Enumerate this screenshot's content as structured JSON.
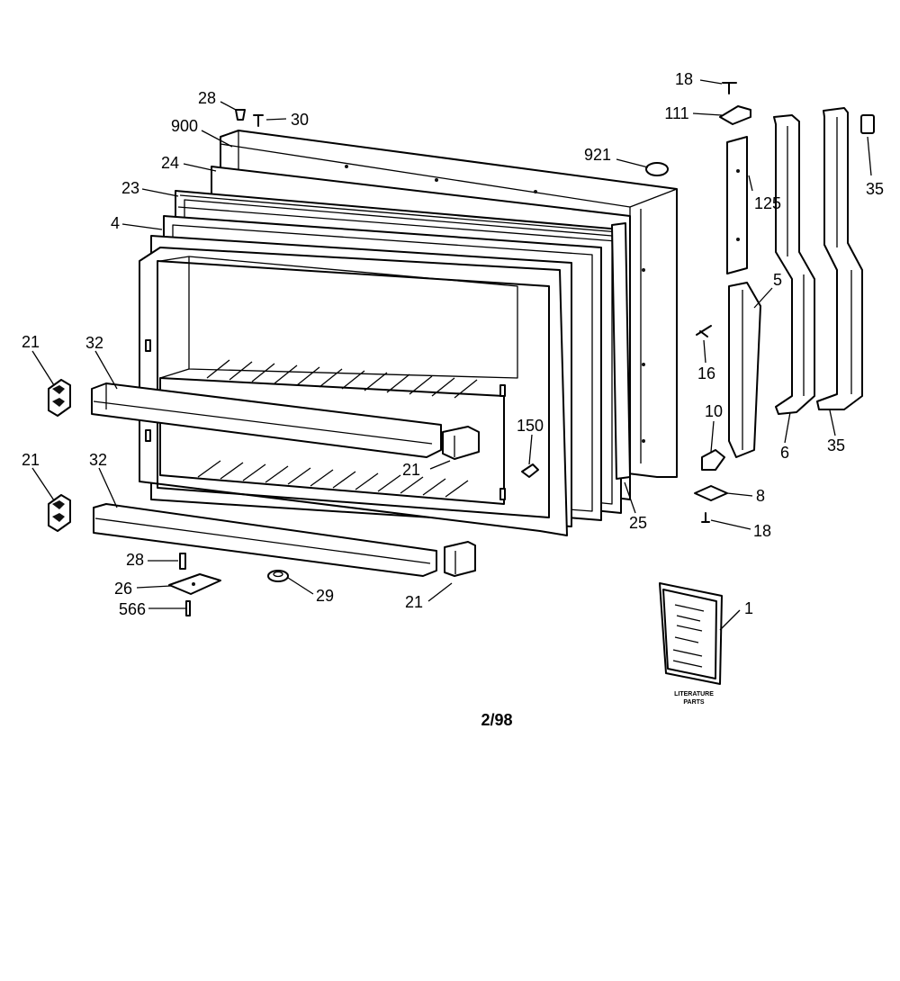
{
  "callouts": {
    "c18a": "18",
    "c111": "111",
    "c125": "125",
    "c35a": "35",
    "c28a": "28",
    "c30": "30",
    "c900": "900",
    "c921": "921",
    "c24": "24",
    "c23": "23",
    "c4": "4",
    "c5": "5",
    "c16": "16",
    "c21a": "21",
    "c32a": "32",
    "c21b": "21",
    "c150": "150",
    "c10": "10",
    "c6": "6",
    "c35b": "35",
    "c21c": "21",
    "c32b": "32",
    "c25": "25",
    "c8": "8",
    "c18b": "18",
    "c28b": "28",
    "c26": "26",
    "c29": "29",
    "c566": "566",
    "c21d": "21",
    "c1": "1"
  },
  "literature": {
    "line1": "LITERATURE",
    "line2": "PARTS"
  },
  "footer": {
    "date_code": "2/98"
  }
}
